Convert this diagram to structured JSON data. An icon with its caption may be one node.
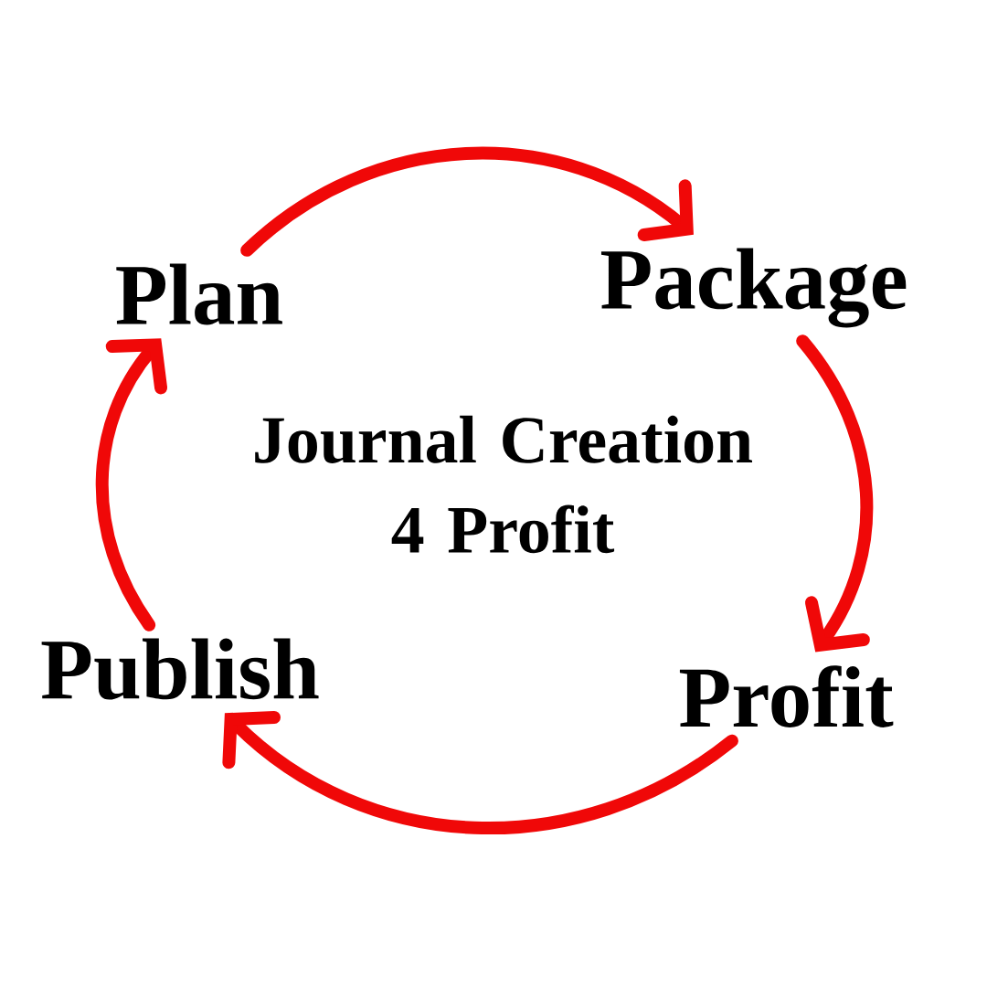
{
  "diagram": {
    "title": "Journal Creation 4 Profit",
    "nodes": [
      {
        "text": [
          "Plan"
        ]
      },
      {
        "text": [
          "Package"
        ]
      },
      {
        "text": [
          "Profit"
        ]
      },
      {
        "text": [
          "Publish"
        ]
      }
    ],
    "edges": [
      {
        "from": 0,
        "to": 1,
        "arrow": "to"
      },
      {
        "from": 1,
        "to": 2,
        "arrow": "to"
      },
      {
        "from": 2,
        "to": 3,
        "arrow": "to"
      },
      {
        "from": 3,
        "to": 0,
        "arrow": "to"
      }
    ]
  }
}
